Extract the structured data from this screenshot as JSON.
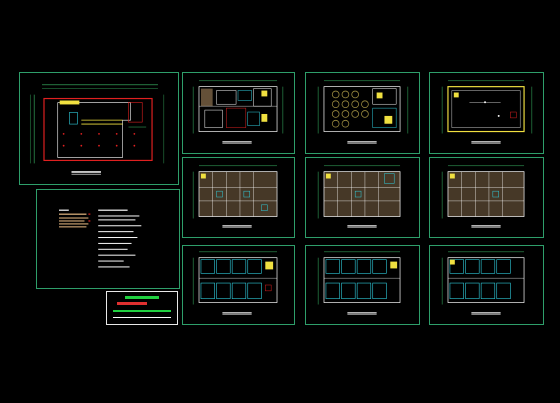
{
  "view": {
    "background": "#000000",
    "frame_color": "#2e9e6a"
  },
  "colors": {
    "wall_red": "#e02020",
    "wall_yellow": "#f0e040",
    "dim_green": "#3cc06a",
    "cyan": "#30d0e0",
    "room_fill": "#c8a070",
    "plant": "#9a8a40",
    "white": "#ffffff",
    "title_green": "#20d040",
    "title_red": "#e03030"
  },
  "sheets": [
    {
      "id": "site-plan",
      "kind": "site"
    },
    {
      "id": "notes",
      "kind": "notes"
    },
    {
      "id": "r1c1",
      "kind": "plan-a"
    },
    {
      "id": "r1c2",
      "kind": "plan-tables"
    },
    {
      "id": "r1c3",
      "kind": "plan-roof"
    },
    {
      "id": "r2c1",
      "kind": "plan-rooms"
    },
    {
      "id": "r2c2",
      "kind": "plan-rooms"
    },
    {
      "id": "r2c3",
      "kind": "plan-rooms"
    },
    {
      "id": "r3c1",
      "kind": "plan-cyan"
    },
    {
      "id": "r3c2",
      "kind": "plan-cyan"
    },
    {
      "id": "r3c3",
      "kind": "plan-cyan"
    }
  ]
}
